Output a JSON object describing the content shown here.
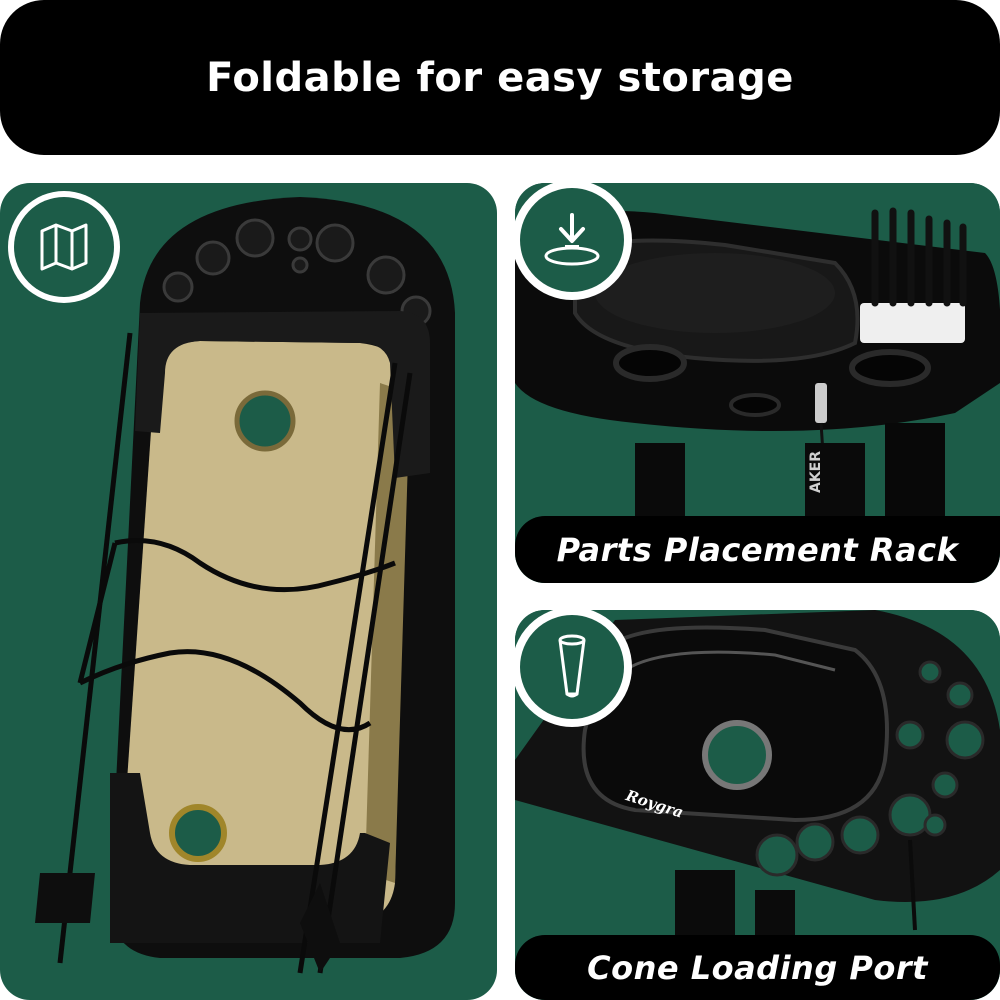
{
  "header": {
    "title": "Foldable for easy storage"
  },
  "panels": {
    "left": {
      "icon": "folded-map-icon",
      "image": "folded-rack-photo"
    },
    "top_right": {
      "icon": "download-arrow-icon",
      "caption": "Parts Placement Rack",
      "image": "parts-rack-photo",
      "tray_text": "AKER"
    },
    "bottom_right": {
      "icon": "cone-cup-icon",
      "caption": "Cone Loading Port",
      "image": "cone-port-photo",
      "brand": "Roygra"
    }
  },
  "colors": {
    "panel_green": "#1c5c48",
    "banner_black": "#000000",
    "text_white": "#ffffff"
  }
}
